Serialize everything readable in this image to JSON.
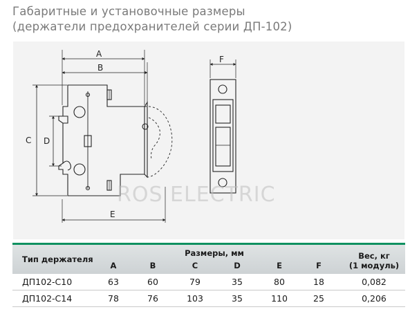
{
  "title": {
    "line1": "Габаритные и установочные размеры",
    "line2": "(держатели предохранителей серии ДП-102)"
  },
  "drawing": {
    "dimension_labels": {
      "a": "A",
      "b": "B",
      "c": "C",
      "d": "D",
      "e": "E",
      "f": "F"
    },
    "watermark": "ROS ELECTRIC"
  },
  "table": {
    "holder_type_header": "Тип держателя",
    "dimensions_header": "Размеры, мм",
    "weight_header_line1": "Вес, кг",
    "weight_header_line2": "(1 модуль)",
    "columns": [
      "A",
      "B",
      "C",
      "D",
      "E",
      "F"
    ],
    "rows": [
      {
        "type": "ДП102-С10",
        "values": [
          "63",
          "60",
          "79",
          "35",
          "80",
          "18"
        ],
        "weight": "0,082"
      },
      {
        "type": "ДП102-С14",
        "values": [
          "78",
          "76",
          "103",
          "35",
          "110",
          "25"
        ],
        "weight": "0,206"
      }
    ]
  },
  "colors": {
    "accent": "#0f9160",
    "title": "#7a7a7a",
    "header_bg": "#d6dadc"
  }
}
